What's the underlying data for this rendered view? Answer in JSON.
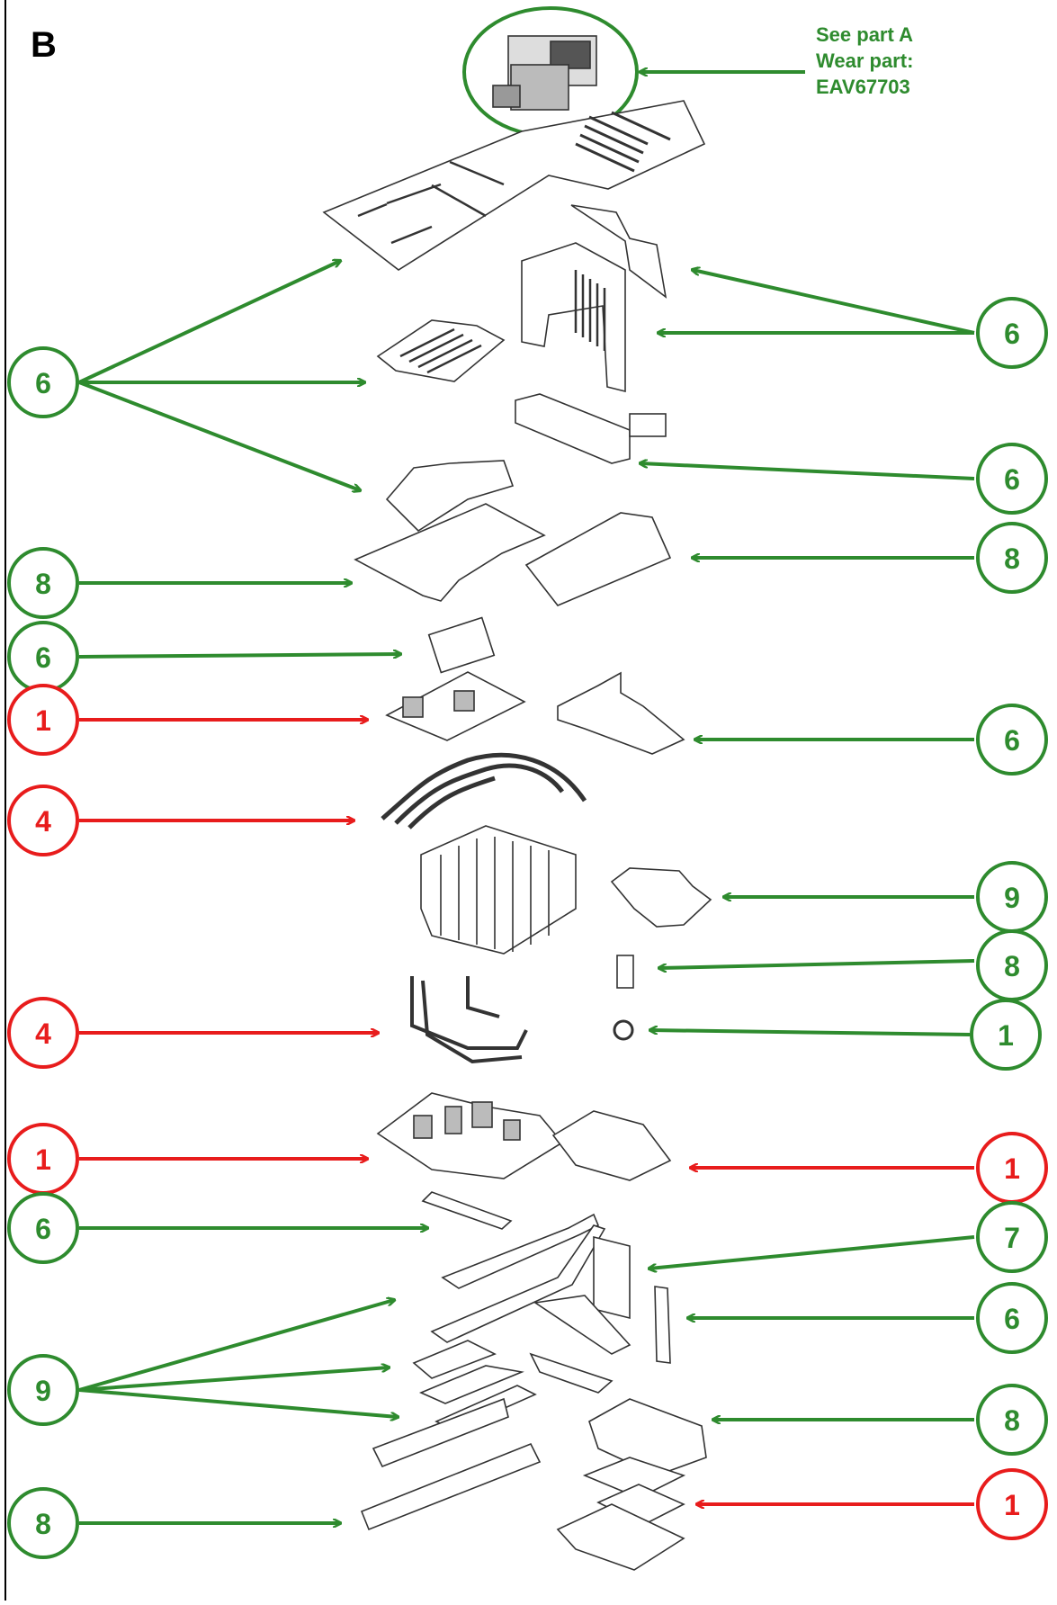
{
  "panel_label": "B",
  "note": {
    "line1": "See part A",
    "line2": "Wear part:",
    "line3": "EAV67703"
  },
  "colors": {
    "green": "#2e8b2e",
    "red": "#e81c1c",
    "drawing": "#333333"
  },
  "callouts": [
    {
      "id": "left-6-upper",
      "number": "6",
      "color": "green"
    },
    {
      "id": "right-6-top",
      "number": "6",
      "color": "green"
    },
    {
      "id": "right-6-second",
      "number": "6",
      "color": "green"
    },
    {
      "id": "left-8-upper",
      "number": "8",
      "color": "green"
    },
    {
      "id": "right-8-upper",
      "number": "8",
      "color": "green"
    },
    {
      "id": "left-6-small-board",
      "number": "6",
      "color": "green"
    },
    {
      "id": "left-1-board",
      "number": "1",
      "color": "red"
    },
    {
      "id": "right-6-bracket",
      "number": "6",
      "color": "green"
    },
    {
      "id": "left-4-cables",
      "number": "4",
      "color": "red"
    },
    {
      "id": "right-9-mount",
      "number": "9",
      "color": "green"
    },
    {
      "id": "right-8-clip",
      "number": "8",
      "color": "green"
    },
    {
      "id": "left-4-harness",
      "number": "4",
      "color": "red"
    },
    {
      "id": "right-1-ring",
      "number": "1",
      "color": "green"
    },
    {
      "id": "left-1-mainboard",
      "number": "1",
      "color": "red"
    },
    {
      "id": "right-1-board",
      "number": "1",
      "color": "red"
    },
    {
      "id": "left-6-rail",
      "number": "6",
      "color": "green"
    },
    {
      "id": "right-7-frame",
      "number": "7",
      "color": "green"
    },
    {
      "id": "right-6-strip",
      "number": "6",
      "color": "green"
    },
    {
      "id": "left-9-bars",
      "number": "9",
      "color": "green"
    },
    {
      "id": "right-8-modules",
      "number": "8",
      "color": "green"
    },
    {
      "id": "left-8-channels",
      "number": "8",
      "color": "green"
    },
    {
      "id": "right-1-modules",
      "number": "1",
      "color": "red"
    }
  ]
}
